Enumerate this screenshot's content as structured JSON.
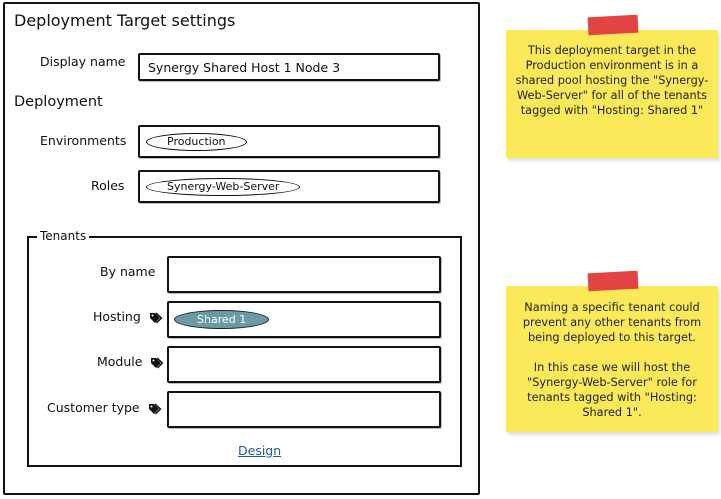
{
  "window": {
    "title": "Deployment Target settings",
    "display_name": {
      "label": "Display name",
      "value": "Synergy Shared Host 1 Node 3"
    },
    "deployment_section": "Deployment",
    "environments": {
      "label": "Environments",
      "chips": [
        "Production"
      ]
    },
    "roles": {
      "label": "Roles",
      "chips": [
        "Synergy-Web-Server"
      ]
    },
    "tenants": {
      "legend": "Tenants",
      "by_name": {
        "label": "By name",
        "value": ""
      },
      "hosting": {
        "label": "Hosting",
        "icon": "tag-icon",
        "chips": [
          "Shared 1"
        ]
      },
      "module": {
        "label": "Module",
        "icon": "tag-icon",
        "value": ""
      },
      "customer_type": {
        "label": "Customer type",
        "icon": "tag-icon",
        "value": ""
      },
      "design_link": "Design"
    }
  },
  "notes": [
    {
      "text": "This deployment target in the Production environment is in a shared pool hosting the \"Synergy-Web-Server\" for all of the tenants tagged with \"Hosting: Shared 1\""
    },
    {
      "text": "Naming a specific tenant could prevent any other tenants from being deployed to this target.\n\nIn this case we will host the \"Synergy-Web-Server\" role for tenants tagged with \"Hosting: Shared 1\"."
    }
  ],
  "colors": {
    "tag_chip": "#6b9aa7",
    "note_bg": "#fbe95a",
    "tape": "#e03a3a",
    "link": "#1f5a9c"
  }
}
